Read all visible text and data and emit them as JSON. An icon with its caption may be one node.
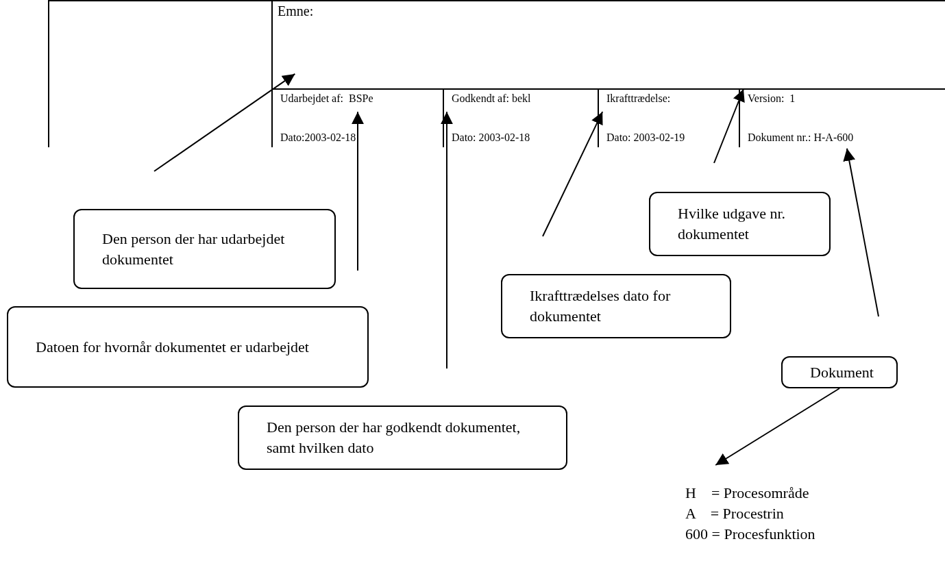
{
  "diagram": {
    "nodes": [
      {
        "text": [
          "Emne:"
        ]
      },
      {
        "text": [
          "Udarbejdet af:  BSPe",
          "Dato:2003-02-18"
        ]
      },
      {
        "text": [
          "Godkendt af: bekl",
          "Dato: 2003-02-18"
        ]
      },
      {
        "text": [
          "Ikrafttrædelse:",
          "Dato: 2003-02-19"
        ]
      },
      {
        "text": [
          "Version:  1",
          "Dokument nr.: H-A-600"
        ]
      },
      {
        "text": [
          "Hvilke udgave nr. dokumentet"
        ]
      },
      {
        "text": [
          "Den person der har udarbejdet dokumentet"
        ]
      },
      {
        "text": [
          "Ikrafttrædelses dato for dokumentet"
        ]
      },
      {
        "text": [
          "Datoen for hvornår dokumentet er udarbejdet"
        ]
      },
      {
        "text": [
          "Dokument"
        ]
      },
      {
        "text": [
          "Den person der har godkendt dokumentet, samt hvilken dato"
        ]
      },
      {
        "text": [
          "H    = Procesområde",
          "A    = Procestrin",
          "600 = Procesfunktion"
        ]
      }
    ],
    "edges": [
      {
        "from": null,
        "to": 0,
        "arrow": "to"
      },
      {
        "from": null,
        "to": 1,
        "arrow": "to"
      },
      {
        "from": null,
        "to": 2,
        "arrow": "to"
      },
      {
        "from": null,
        "to": 3,
        "arrow": "to"
      },
      {
        "from": null,
        "to": 4,
        "arrow": "to"
      },
      {
        "from": null,
        "to": 4,
        "arrow": "to"
      },
      {
        "from": 9,
        "to": 11,
        "arrow": "to"
      }
    ]
  }
}
